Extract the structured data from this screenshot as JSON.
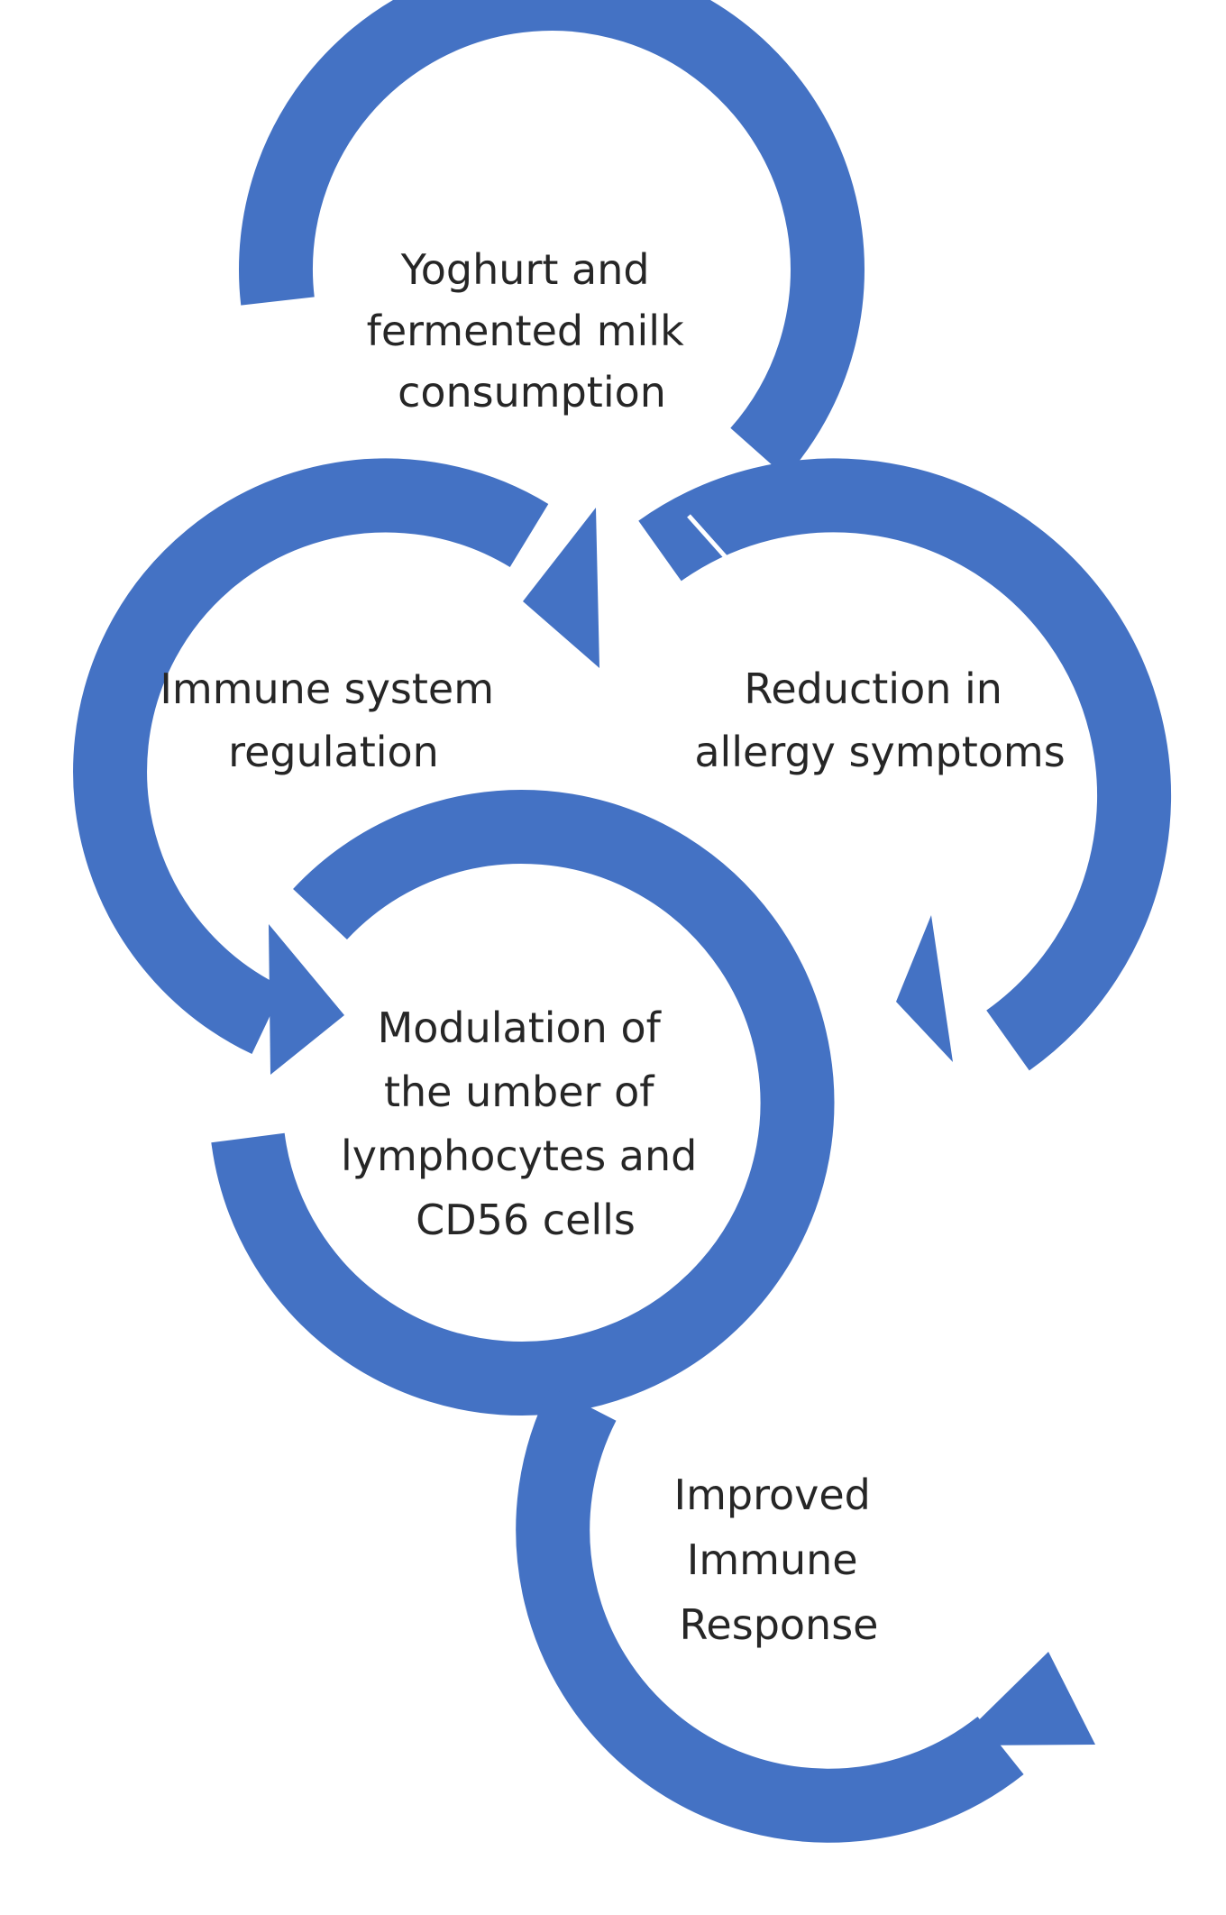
{
  "colors": {
    "arrow": "#4472C4",
    "text": "#262626",
    "background": "#FFFFFF"
  },
  "nodes": [
    {
      "id": "yoghurt",
      "lines": [
        "Yoghurt and",
        "fermented milk",
        "consumption"
      ]
    },
    {
      "id": "immune-regulation",
      "lines": [
        "Immune system",
        "regulation"
      ]
    },
    {
      "id": "allergy-reduction",
      "lines": [
        "Reduction in",
        "allergy symptoms"
      ]
    },
    {
      "id": "modulation",
      "lines": [
        "Modulation of",
        "the umber of",
        "lymphocytes and",
        "CD56 cells"
      ]
    },
    {
      "id": "improved-response",
      "lines": [
        "Improved",
        "Immune",
        "Response"
      ]
    }
  ]
}
